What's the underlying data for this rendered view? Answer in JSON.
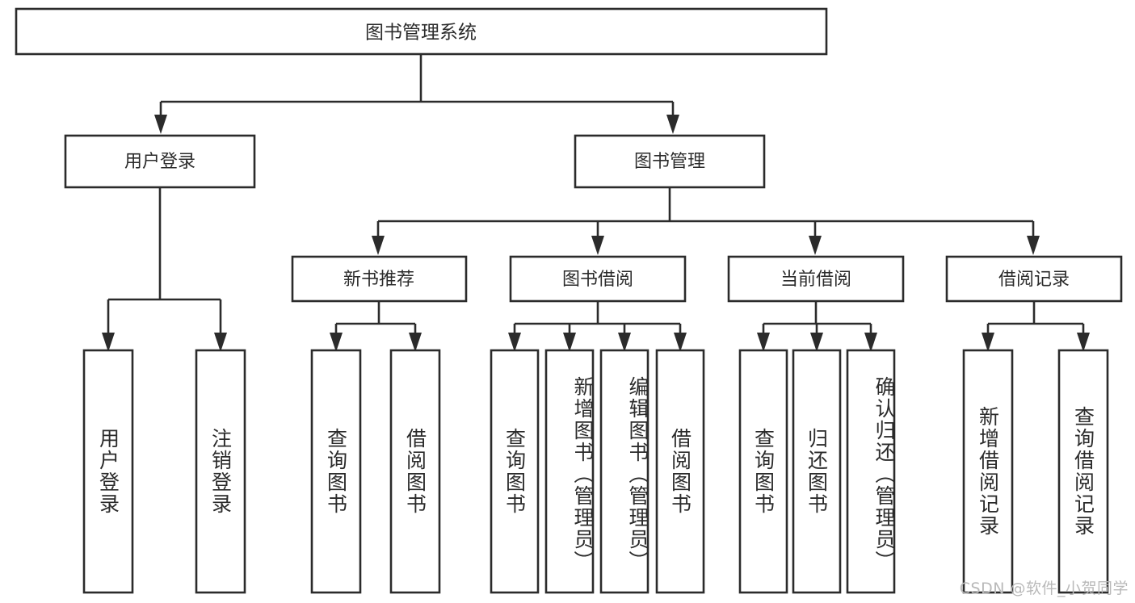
{
  "diagram": {
    "type": "tree-hierarchy",
    "title": "图书管理系统",
    "watermark": "CSDN @软件_小贺同学",
    "colors": {
      "stroke": "#2b2b2b",
      "fill": "#ffffff",
      "text": "#2b2b2b",
      "watermark": "#b9b9b9"
    },
    "root": {
      "label": "图书管理系统"
    },
    "level2": [
      {
        "label": "用户登录"
      },
      {
        "label": "图书管理"
      }
    ],
    "level3": [
      {
        "label": "新书推荐"
      },
      {
        "label": "图书借阅"
      },
      {
        "label": "当前借阅"
      },
      {
        "label": "借阅记录"
      }
    ],
    "leaves": {
      "user_login": [
        {
          "label": "用户登录"
        },
        {
          "label": "注销登录"
        }
      ],
      "new_book_recommend": [
        {
          "label": "查询图书"
        },
        {
          "label": "借阅图书"
        }
      ],
      "book_borrow": [
        {
          "label": "查询图书"
        },
        {
          "label": "新增图书（管理员）"
        },
        {
          "label": "编辑图书（管理员）"
        },
        {
          "label": "借阅图书"
        }
      ],
      "current_borrow": [
        {
          "label": "查询图书"
        },
        {
          "label": "归还图书"
        },
        {
          "label": "确认归还（管理员）"
        }
      ],
      "borrow_record": [
        {
          "label": "新增借阅记录"
        },
        {
          "label": "查询借阅记录"
        }
      ]
    }
  }
}
